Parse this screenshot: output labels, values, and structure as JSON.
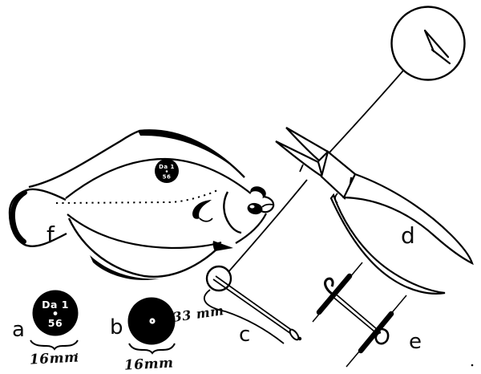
{
  "colors": {
    "ink": "#000000",
    "background": "#ffffff"
  },
  "labels": {
    "a": "a",
    "b": "b",
    "c": "c",
    "d": "d",
    "e": "e",
    "f": "f"
  },
  "measure": {
    "a": "16mm",
    "b": "16mm",
    "c": "33 mm"
  },
  "disc_a": {
    "line1": "Da 1",
    "line2": "56"
  },
  "fish_tag": {
    "line1": "Da 1",
    "line2": "56"
  },
  "icons": {
    "magnifier": "magnified-pin-tip-circle",
    "fish": "flatfish-with-tag",
    "pliers": "long-nose-pliers",
    "pin": "silver-attachment-pin",
    "assembly": "pin-through-discs-and-skin"
  }
}
